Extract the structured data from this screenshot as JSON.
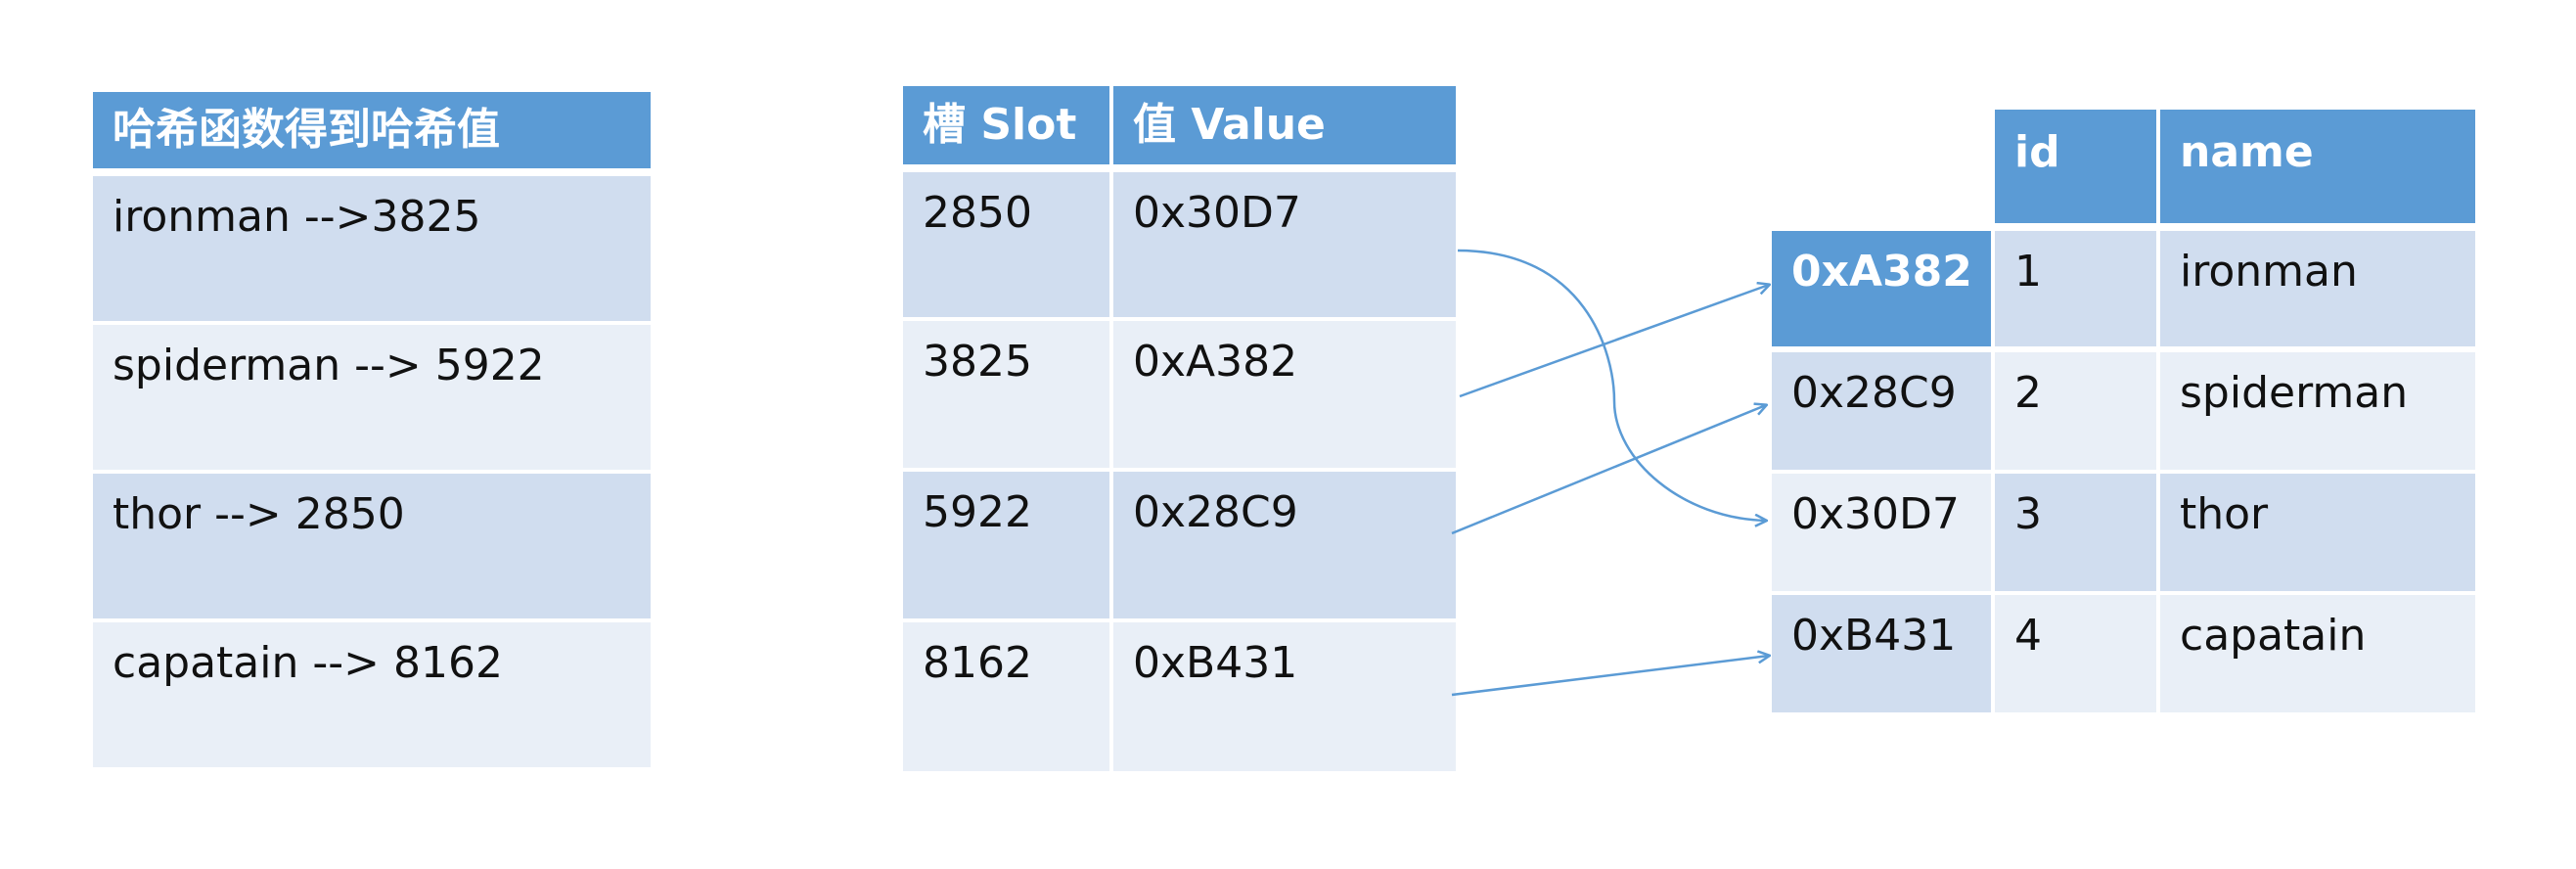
{
  "hash_table": {
    "header": "哈希函数得到哈希值",
    "rows": [
      "ironman -->3825",
      "spiderman --> 5922",
      "thor --> 2850",
      "capatain --> 8162"
    ]
  },
  "slot_table": {
    "header_slot": "槽 Slot",
    "header_value": "值 Value",
    "rows": [
      {
        "slot": "2850",
        "value": "0x30D7"
      },
      {
        "slot": "3825",
        "value": "0xA382"
      },
      {
        "slot": "5922",
        "value": "0x28C9"
      },
      {
        "slot": "8162",
        "value": "0xB431"
      }
    ]
  },
  "record_table": {
    "header_id": "id",
    "header_name": "name",
    "rows": [
      {
        "addr": "0xA382",
        "id": "1",
        "name": "ironman"
      },
      {
        "addr": "0x28C9",
        "id": "2",
        "name": "spiderman"
      },
      {
        "addr": "0x30D7",
        "id": "3",
        "name": "thor"
      },
      {
        "addr": "0xB431",
        "id": "4",
        "name": "capatain"
      }
    ]
  },
  "colors": {
    "header": "#5b9bd5",
    "row_dark": "#d0ddef",
    "row_light": "#e9eff7",
    "arrow": "#5b9bd5"
  },
  "icons": [
    "arrow-icon"
  ]
}
